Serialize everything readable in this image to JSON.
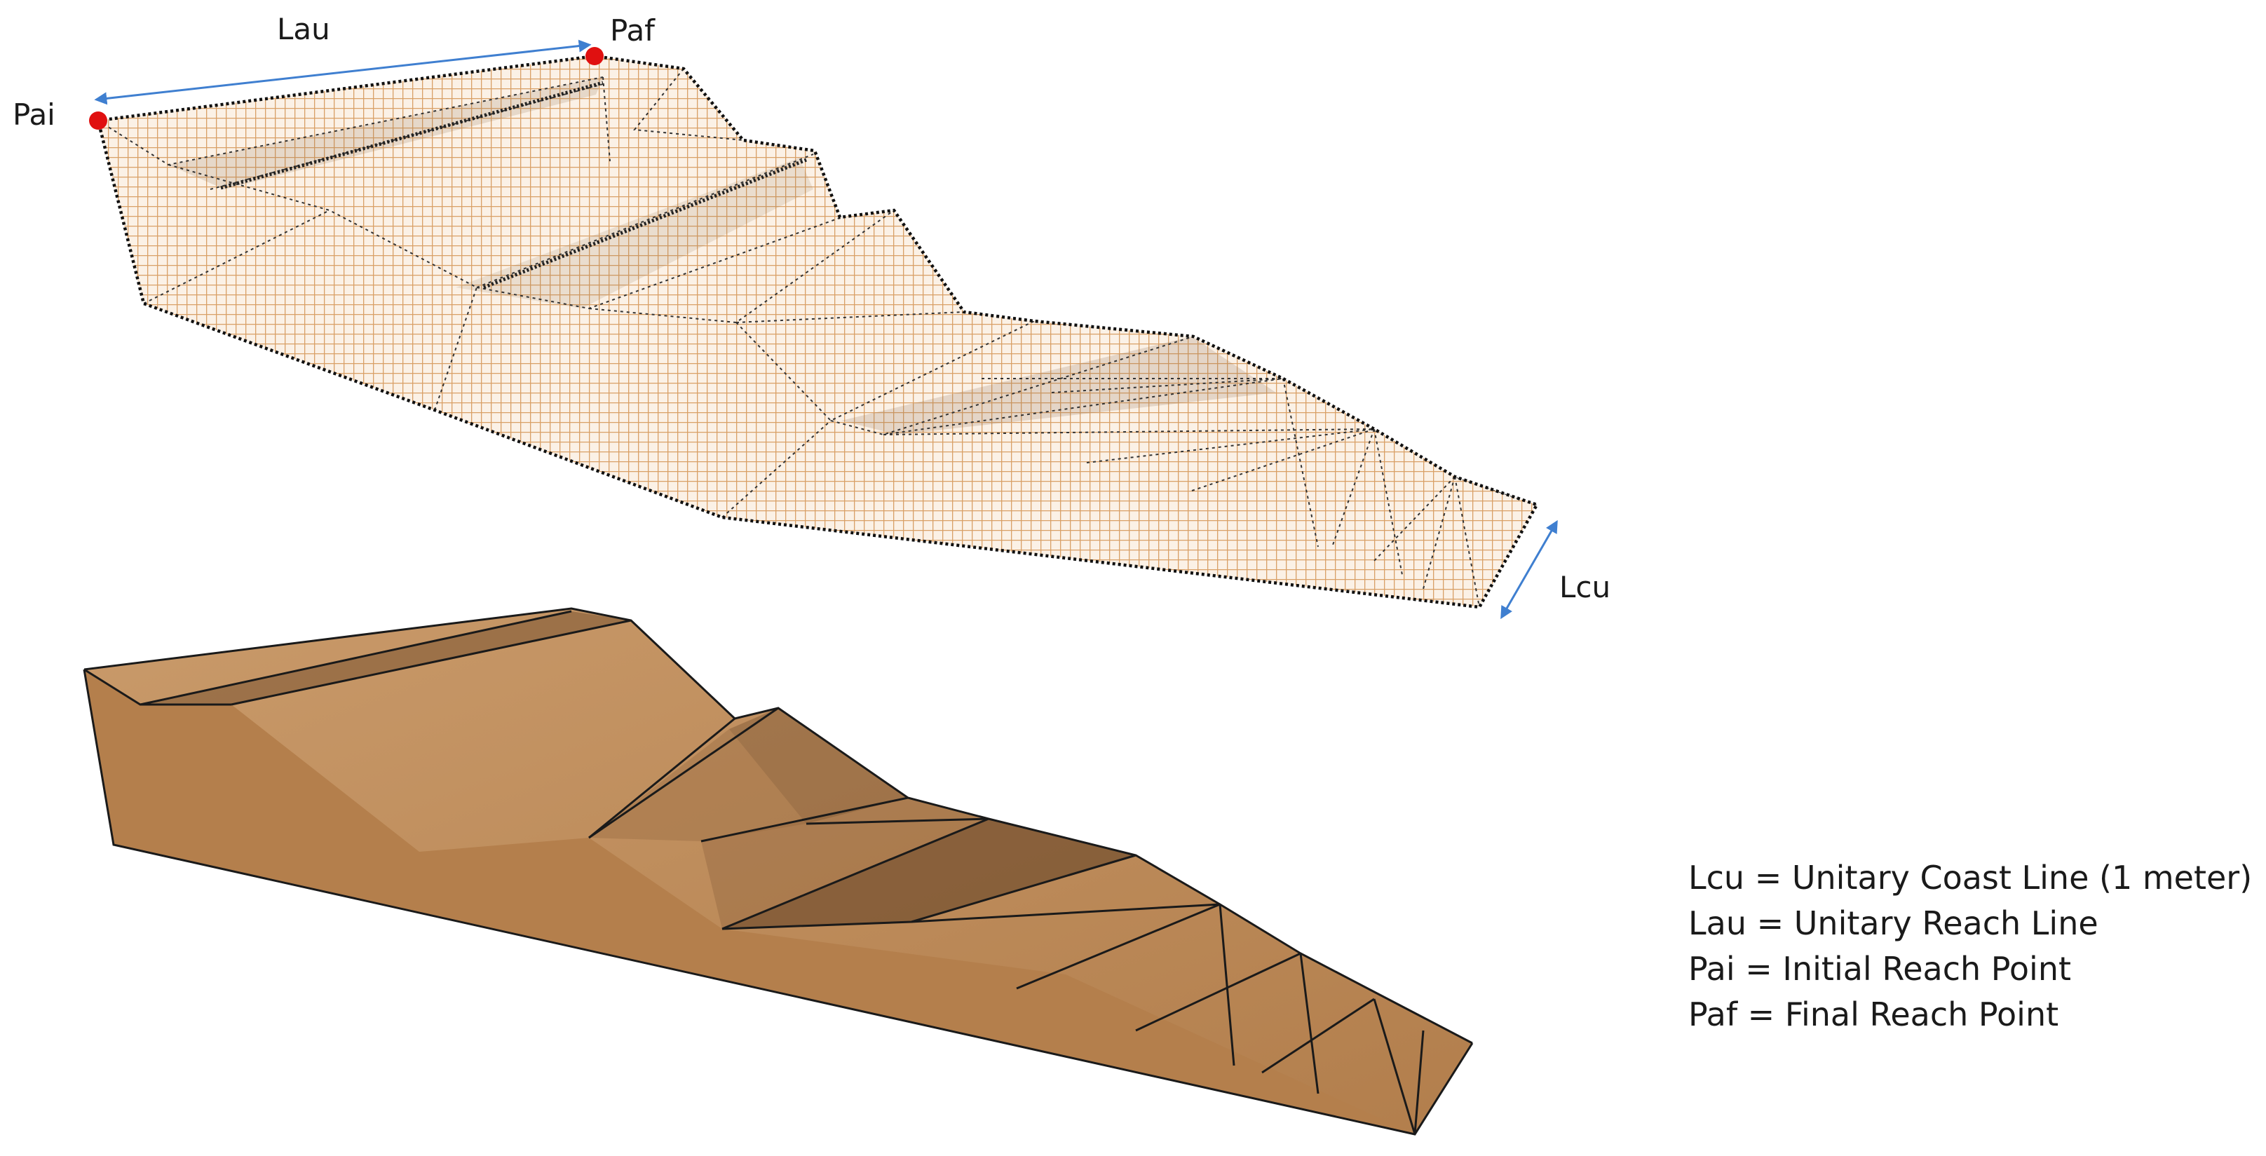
{
  "labels": {
    "lau": "Lau",
    "paf": "Paf",
    "pai": "Pai",
    "lcu": "Lcu"
  },
  "legend": [
    "Lcu = Unitary Coast Line (1 meter)",
    "Lau = Unitary Reach Line",
    "Pai = Initial Reach Point",
    "Paf = Final Reach Point"
  ],
  "colors": {
    "grid": "#d9a066",
    "point": "#e01010",
    "arrow": "#3f7fd0",
    "solid_top": "#c69666",
    "solid_front": "#b98552",
    "solid_dark": "#6e4a2a",
    "edge": "#1a1a1a"
  }
}
